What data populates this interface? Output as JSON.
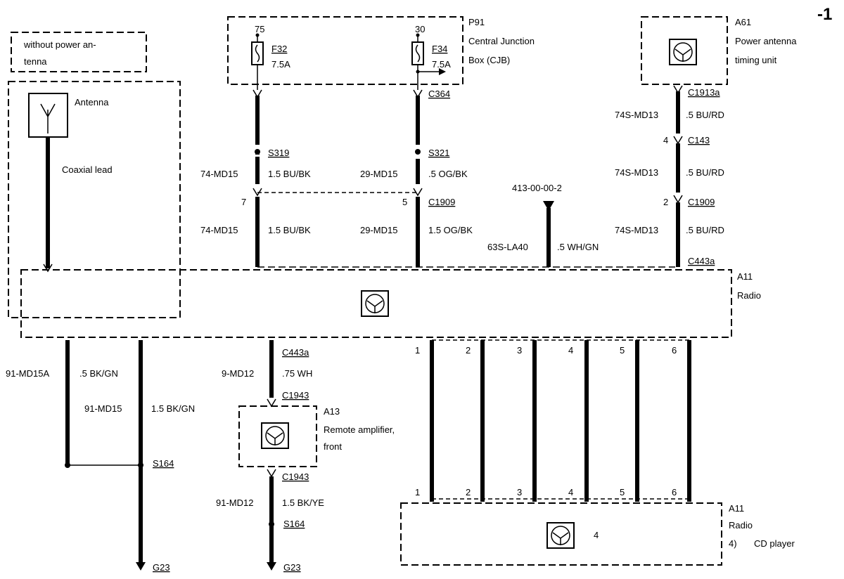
{
  "page_marker": "-1",
  "notes": {
    "without_power_antenna": [
      "without power an-",
      "tenna"
    ]
  },
  "components": {
    "p91": {
      "id": "P91",
      "name_lines": [
        "Central Junction",
        "Box (CJB)"
      ]
    },
    "a61": {
      "id": "A61",
      "name_lines": [
        "Power antenna",
        "timing unit"
      ]
    },
    "antenna": {
      "name": "Antenna",
      "lead": "Coaxial lead"
    },
    "a11_top": {
      "id": "A11",
      "name": "Radio"
    },
    "a13": {
      "id": "A13",
      "name_lines": [
        "Remote amplifier,",
        "front"
      ]
    },
    "a11_bottom": {
      "id": "A11",
      "name": "Radio",
      "note_num": "4)",
      "note_text": "CD player",
      "inner": "4"
    }
  },
  "fuses": {
    "f32": {
      "supply": "75",
      "id": "F32",
      "rating": "7.5A"
    },
    "f34": {
      "supply": "30",
      "id": "F34",
      "rating": "7.5A"
    }
  },
  "connectors": {
    "c364": "C364",
    "c1913a": "C1913a",
    "c143": "C143",
    "c1909_right": "C1909",
    "c1909_mid": "C1909",
    "c443a_top": "C443a",
    "c443a_bottom": "C443a",
    "c1943_top": "C1943",
    "c1943_bottom": "C1943"
  },
  "pins": {
    "c143_pin": "4",
    "c1909_right_pin": "2",
    "c1909_left_pin": "7",
    "c1909_mid_pin": "5",
    "bus_top": [
      "1",
      "2",
      "3",
      "4",
      "5",
      "6"
    ],
    "bus_bottom": [
      "1",
      "2",
      "3",
      "4",
      "5",
      "6"
    ]
  },
  "splices": {
    "s319": "S319",
    "s321": "S321",
    "s164_left": "S164",
    "s164_mid": "S164"
  },
  "grounds": {
    "g23_left": "G23",
    "g23_mid": "G23"
  },
  "reference": "413-00-00-2",
  "wires": {
    "w1_circuit": "74-MD15",
    "w1_spec": "1.5 BU/BK",
    "w2_circuit": "74-MD15",
    "w2_spec": "1.5 BU/BK",
    "w3_circuit": "29-MD15",
    "w3_spec": ".5 OG/BK",
    "w4_circuit": "29-MD15",
    "w4_spec": "1.5 OG/BK",
    "w5_circuit": "74S-MD13",
    "w5_spec": ".5 BU/RD",
    "w6_circuit": "74S-MD13",
    "w6_spec": ".5 BU/RD",
    "w7_circuit": "74S-MD13",
    "w7_spec": ".5 BU/RD",
    "w8_circuit": "63S-LA40",
    "w8_spec": ".5 WH/GN",
    "w9_circuit": "91-MD15A",
    "w9_spec": ".5 BK/GN",
    "w10_circuit": "91-MD15",
    "w10_spec": "1.5 BK/GN",
    "w11_circuit": "9-MD12",
    "w11_spec": ".75 WH",
    "w12_circuit": "91-MD12",
    "w12_spec": "1.5 BK/YE"
  }
}
